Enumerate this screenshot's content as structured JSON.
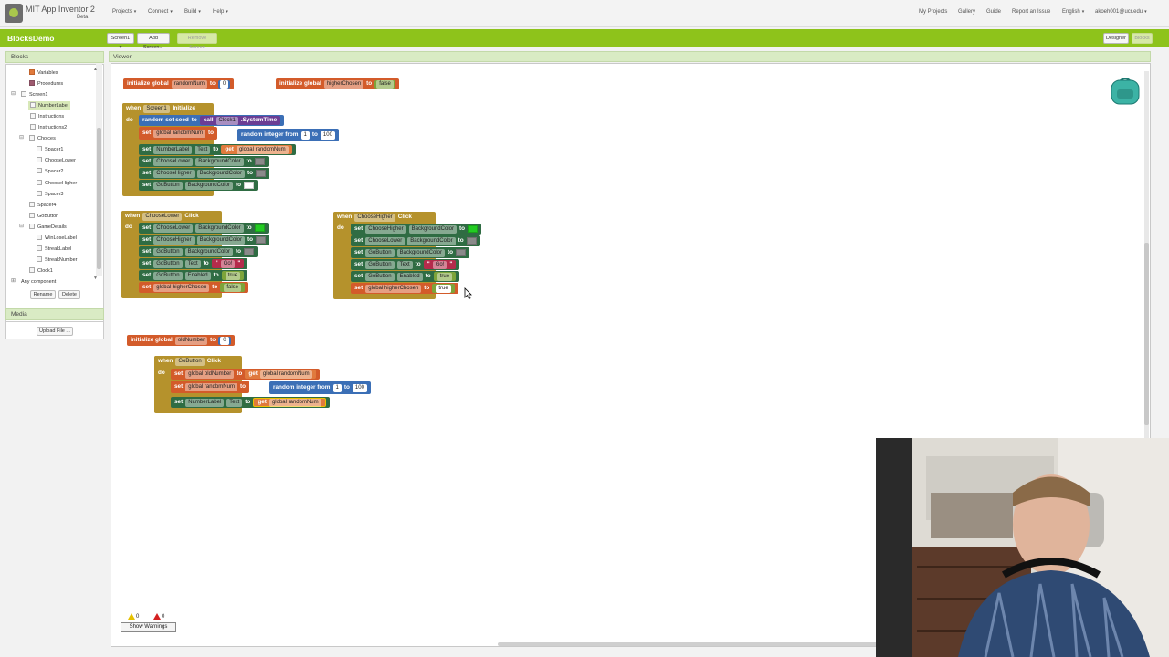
{
  "header": {
    "app_title": "MIT App Inventor 2",
    "beta": "Beta",
    "menu": [
      "Projects",
      "Connect",
      "Build",
      "Help"
    ],
    "right_menu": [
      "My Projects",
      "Gallery",
      "Guide",
      "Report an Issue",
      "English",
      "akoeh001@ucr.edu"
    ]
  },
  "project": {
    "name": "BlocksDemo",
    "screen_select": "Screen1",
    "add_screen": "Add Screen...",
    "remove_screen": "Remove Screen",
    "designer": "Designer",
    "blocks": "Blocks"
  },
  "left_panel": {
    "title": "Blocks",
    "tree": [
      {
        "label": "Variables"
      },
      {
        "label": "Procedures"
      },
      {
        "label": "Screen1"
      },
      {
        "label": "NumberLabel"
      },
      {
        "label": "Instructions"
      },
      {
        "label": "Instructions2"
      },
      {
        "label": "Choices"
      },
      {
        "label": "Spacer1"
      },
      {
        "label": "ChooseLower"
      },
      {
        "label": "Spacer2"
      },
      {
        "label": "ChooseHigher"
      },
      {
        "label": "Spacer3"
      },
      {
        "label": "Spacer4"
      },
      {
        "label": "GoButton"
      },
      {
        "label": "GameDetails"
      },
      {
        "label": "WinLoseLabel"
      },
      {
        "label": "StreakLabel"
      },
      {
        "label": "StreakNumber"
      },
      {
        "label": "Clock1"
      },
      {
        "label": "Any component"
      }
    ],
    "rename": "Rename",
    "delete": "Delete",
    "media_title": "Media",
    "upload": "Upload File ..."
  },
  "viewer": {
    "title": "Viewer",
    "warnings_count": "0",
    "errors_count": "0",
    "show_warnings": "Show Warnings"
  },
  "words": {
    "initialize_global": "initialize global",
    "to": "to",
    "when": "when",
    "do": "do",
    "set": "set",
    "get": "get",
    "call": "call",
    "random_set_seed": "random set seed",
    "random_integer_from": "random integer from",
    "initialize": "Initialize",
    "click": "Click",
    "system_time": ".SystemTime"
  },
  "blocks": {
    "var_random_num": "randomNum",
    "var_random_num_val": "0",
    "var_higher_chosen": "higherChosen",
    "var_higher_chosen_val": "false",
    "screen1": "Screen1",
    "clock1": "Clock1",
    "global_random_num": "global randomNum",
    "from_val": "1",
    "to_val": "100",
    "number_label": "NumberLabel",
    "text_prop": "Text",
    "choose_lower": "ChooseLower",
    "choose_higher": "ChooseHigher",
    "go_button": "GoButton",
    "background_color": "BackgroundColor",
    "enabled": "Enabled",
    "go_text": "Go!",
    "true_val": "true",
    "false_val": "false",
    "global_higher_chosen": "global higherChosen",
    "var_old_number": "oldNumber",
    "var_old_number_val": "0",
    "global_old_number": "global oldNumber"
  },
  "colors": {
    "green": "#8ec31b",
    "swatch_green": "#22cc22",
    "swatch_gray": "#8a8a8a",
    "swatch_white": "#ffffff"
  }
}
